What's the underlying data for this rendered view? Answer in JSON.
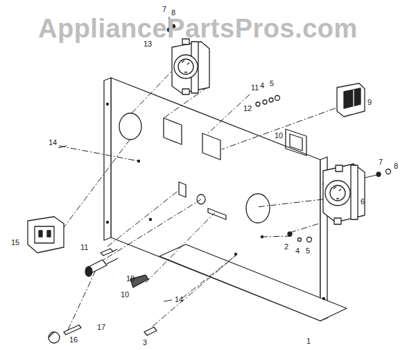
{
  "diagram": {
    "labels": [
      "AppliancePartsPros.com",
      "7",
      "8",
      "13",
      "12",
      "11",
      "4",
      "5",
      "9",
      "10",
      "14",
      "7",
      "8",
      "6",
      "15",
      "2",
      "4",
      "5",
      "11",
      "18",
      "10",
      "14",
      "17",
      "16",
      "3",
      "1"
    ]
  }
}
